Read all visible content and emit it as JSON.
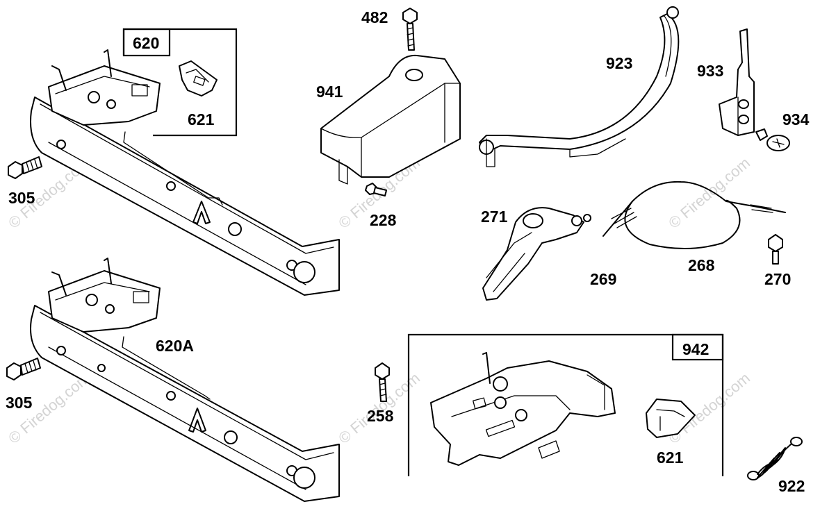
{
  "diagram": {
    "parts": {
      "p620": "620",
      "p621a": "621",
      "p305a": "305",
      "p620A": "620A",
      "p305b": "305",
      "p482": "482",
      "p941": "941",
      "p228": "228",
      "p923": "923",
      "p933": "933",
      "p934": "934",
      "p271": "271",
      "p269": "269",
      "p268": "268",
      "p270": "270",
      "p942": "942",
      "p258": "258",
      "p621b": "621",
      "p922": "922"
    },
    "watermark": "© Firedog.com"
  }
}
